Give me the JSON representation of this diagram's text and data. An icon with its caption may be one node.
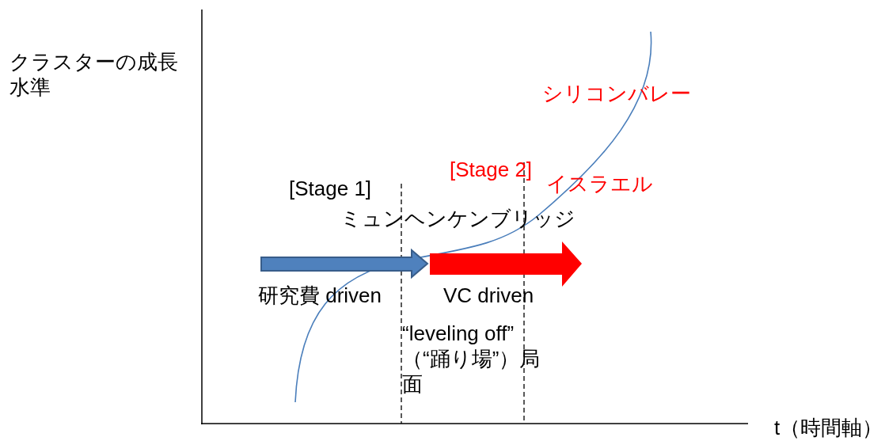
{
  "diagram": {
    "labels": [
      "クラスターの成長水準",
      "シリコンバレー",
      "[Stage 2]",
      "イスラエル",
      "[Stage 1]",
      "ミュンヘンケンブリッジ",
      "研究費 driven",
      "VC driven",
      "“leveling off” （“踊り場”）局面",
      "t（時間軸）"
    ]
  }
}
